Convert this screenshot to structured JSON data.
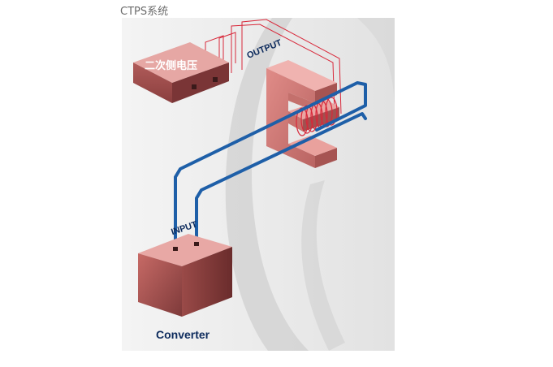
{
  "page": {
    "title": "CTPS系统"
  },
  "diagram": {
    "secondary_box_label": "二次侧电压",
    "output_label": "OUTPUT",
    "input_label": "INPUT",
    "converter_label": "Converter",
    "colors": {
      "box_front": "#b85a5a",
      "box_top": "#e8a0a0",
      "core": "#d57b78",
      "input_wire": "#1e5fa8",
      "output_wire": "#d8283a",
      "label_text": "#0c2a5c"
    }
  }
}
